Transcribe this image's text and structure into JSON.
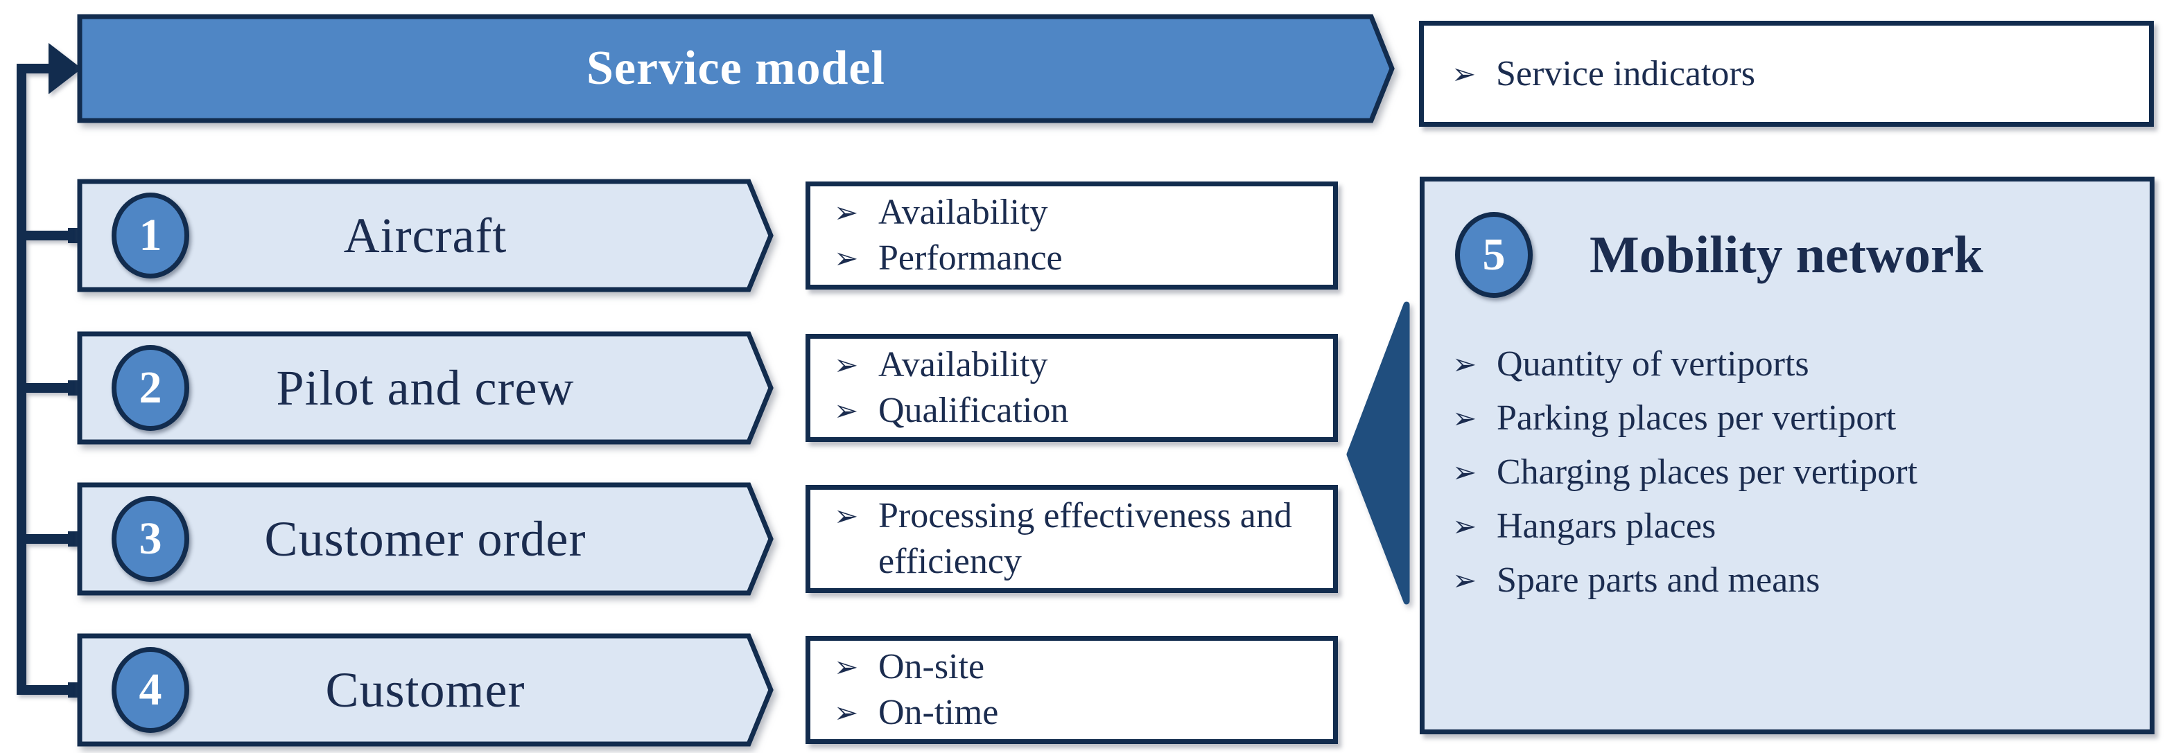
{
  "bullet_char": "➢",
  "colors": {
    "border_navy": "#122c4e",
    "accent_blue": "#4f86c5",
    "light_blue_fill": "#dce6f3",
    "dark_triangle_blue": "#204e7e",
    "text_navy": "#1b2c4f",
    "banner_text": "#ffffff"
  },
  "banner": {
    "label": "Service model"
  },
  "service_indicators_box": {
    "items": [
      "Service indicators"
    ]
  },
  "rows": [
    {
      "number": "1",
      "label": "Aircraft",
      "indicators": [
        "Availability",
        "Performance"
      ]
    },
    {
      "number": "2",
      "label": "Pilot and crew",
      "indicators": [
        "Availability",
        "Qualification"
      ]
    },
    {
      "number": "3",
      "label": "Customer order",
      "indicators": [
        "Processing effectiveness and efficiency"
      ]
    },
    {
      "number": "4",
      "label": "Customer",
      "indicators": [
        "On-site",
        "On-time"
      ]
    }
  ],
  "mobility": {
    "number": "5",
    "title": "Mobility network",
    "items": [
      "Quantity of vertiports",
      "Parking places per vertiport",
      "Charging places per vertiport",
      "Hangars places",
      "Spare parts and means"
    ]
  }
}
